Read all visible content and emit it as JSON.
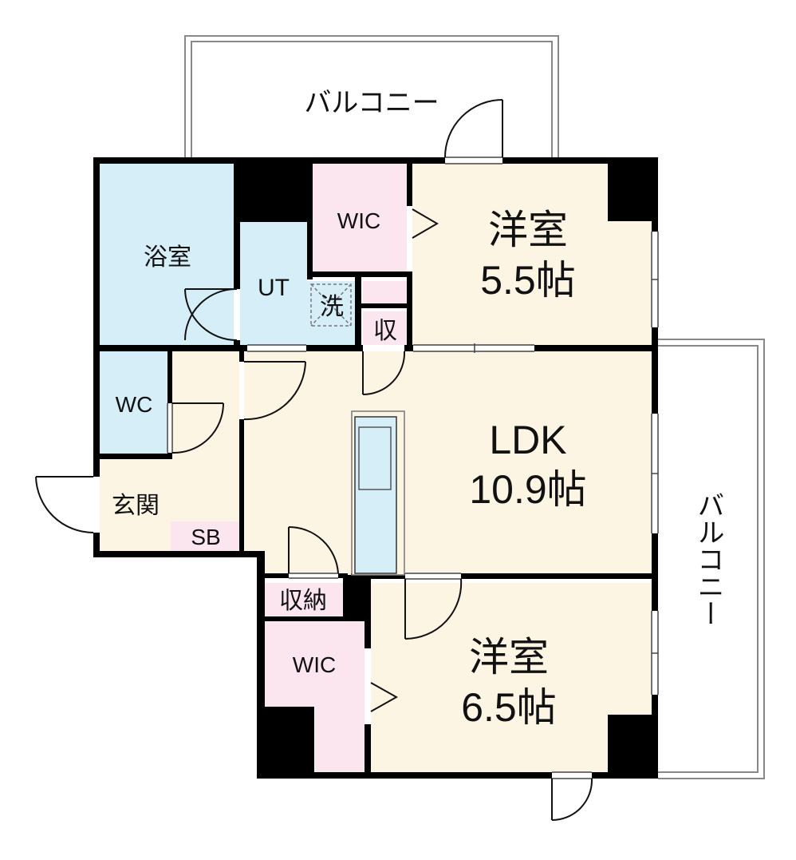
{
  "colors": {
    "bath": "#d6eef8",
    "wic": "#fbe6ef",
    "room": "#fdf5e4",
    "wall": "#000000"
  },
  "labels": {
    "balcony_top": "バルコニー",
    "balcony_right": "バルコニー",
    "bathroom": "浴室",
    "ut": "UT",
    "washer": "洗",
    "wic_top": "WIC",
    "storage_small": "収",
    "bedroom1_name": "洋室",
    "bedroom1_size": "5.5帖",
    "wc": "WC",
    "entrance": "玄関",
    "shoebox": "SB",
    "ldk_name": "LDK",
    "ldk_size": "10.9帖",
    "storage": "収納",
    "wic_bottom": "WIC",
    "bedroom2_name": "洋室",
    "bedroom2_size": "6.5帖"
  }
}
